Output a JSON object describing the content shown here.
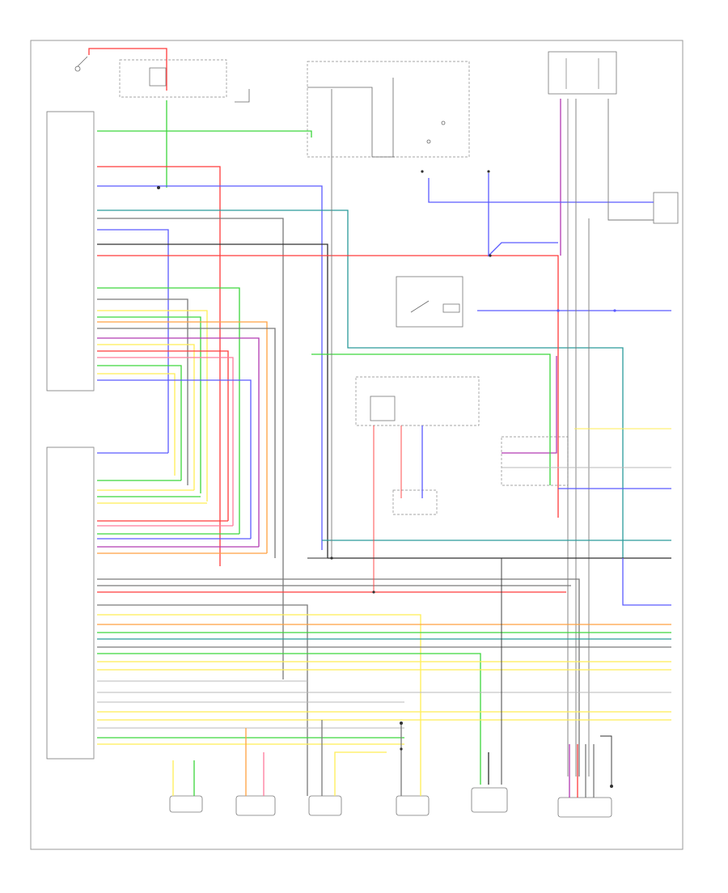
{
  "colors": {
    "red": "#ff3b3b",
    "green": "#3cd63c",
    "blue": "#5a5aff",
    "purple": "#b23ab2",
    "teal": "#2a9a9a",
    "yellow": "#ffee55",
    "orange": "#ffa040",
    "pink": "#ff7a9a",
    "gray": "#7a7a7a",
    "black": "#303030",
    "lightgray": "#b8b8b8"
  },
  "diagram": {
    "footer_code": "",
    "connectors": {
      "upper": "",
      "lower": ""
    },
    "components": [
      {
        "id": "fuse_top"
      },
      {
        "id": "relay_top"
      },
      {
        "id": "ignition_switch"
      },
      {
        "id": "blower_relay"
      },
      {
        "id": "blower_motor"
      },
      {
        "id": "dimmer_relay"
      },
      {
        "id": "ignition_sw2"
      },
      {
        "id": "pcm_module"
      },
      {
        "id": "sensor1"
      },
      {
        "id": "sensor2"
      },
      {
        "id": "sensor3"
      },
      {
        "id": "sensor4"
      },
      {
        "id": "sensor5"
      },
      {
        "id": "sensor6"
      }
    ]
  }
}
